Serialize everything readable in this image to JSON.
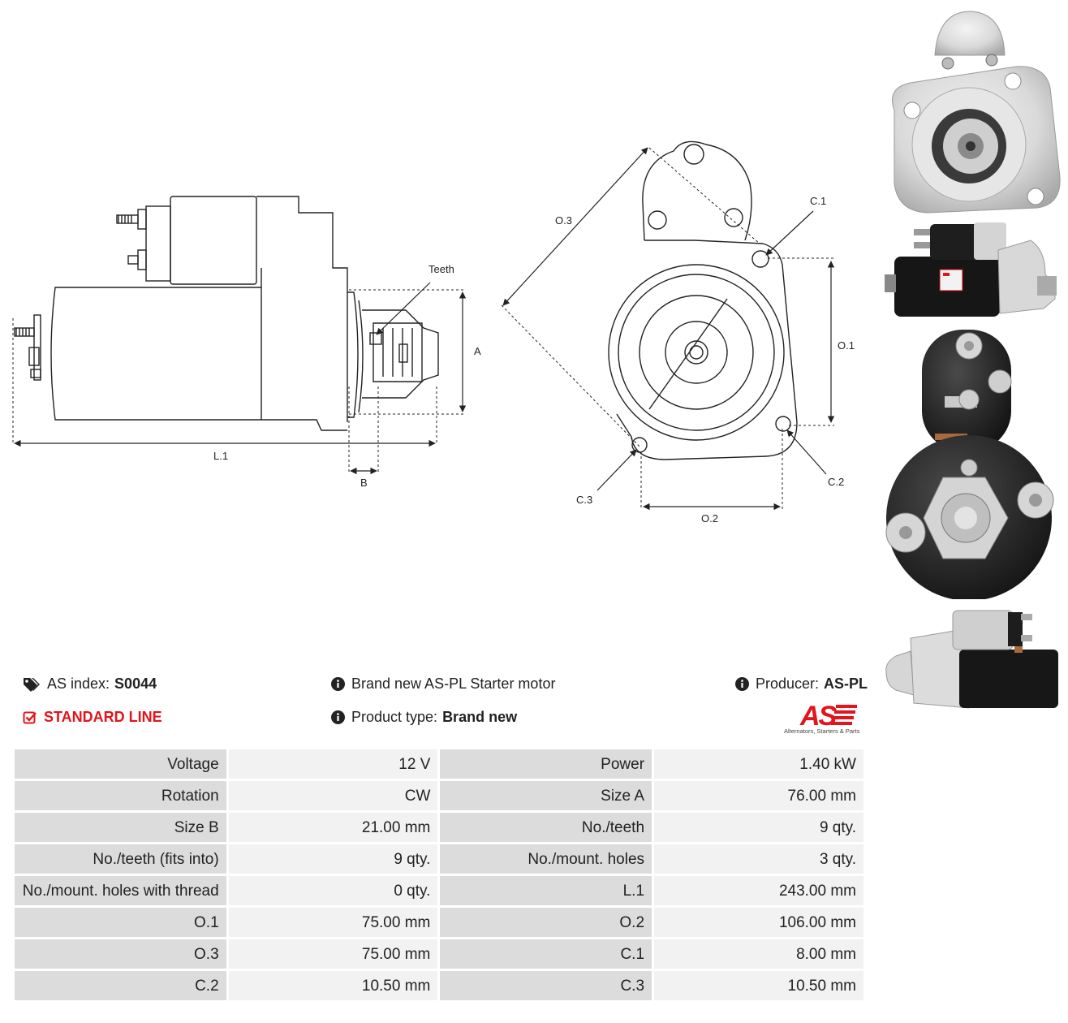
{
  "drawing_labels": {
    "teeth": "Teeth",
    "a": "A",
    "b": "B",
    "l1": "L.1",
    "o1": "O.1",
    "o2": "O.2",
    "o3": "O.3",
    "c1": "C.1",
    "c2": "C.2",
    "c3": "C.3"
  },
  "header": {
    "index_label": "AS index:",
    "index_value": "S0044",
    "line_label": "STANDARD LINE",
    "description": "Brand new AS-PL Starter motor",
    "product_type_label": "Product type:",
    "product_type_value": "Brand new",
    "producer_label": "Producer:",
    "producer_value": "AS-PL"
  },
  "logo": {
    "text": "AS",
    "tagline": "Alternators, Starters & Parts",
    "color": "#e3141b"
  },
  "icons": {
    "index": "tags-icon",
    "line": "check-square-icon",
    "info": "info-circle-icon"
  },
  "specs": [
    {
      "l1": "Voltage",
      "v1": "12 V",
      "l2": "Power",
      "v2": "1.40 kW"
    },
    {
      "l1": "Rotation",
      "v1": "CW",
      "l2": "Size A",
      "v2": "76.00 mm"
    },
    {
      "l1": "Size B",
      "v1": "21.00 mm",
      "l2": "No./teeth",
      "v2": "9 qty."
    },
    {
      "l1": "No./teeth (fits into)",
      "v1": "9 qty.",
      "l2": "No./mount. holes",
      "v2": "3 qty."
    },
    {
      "l1": "No./mount. holes with thread",
      "v1": "0 qty.",
      "l2": "L.1",
      "v2": "243.00 mm"
    },
    {
      "l1": "O.1",
      "v1": "75.00 mm",
      "l2": "O.2",
      "v2": "106.00 mm"
    },
    {
      "l1": "O.3",
      "v1": "75.00 mm",
      "l2": "C.1",
      "v2": "8.00 mm"
    },
    {
      "l1": "C.2",
      "v1": "10.50 mm",
      "l2": "C.3",
      "v2": "10.50 mm"
    }
  ]
}
